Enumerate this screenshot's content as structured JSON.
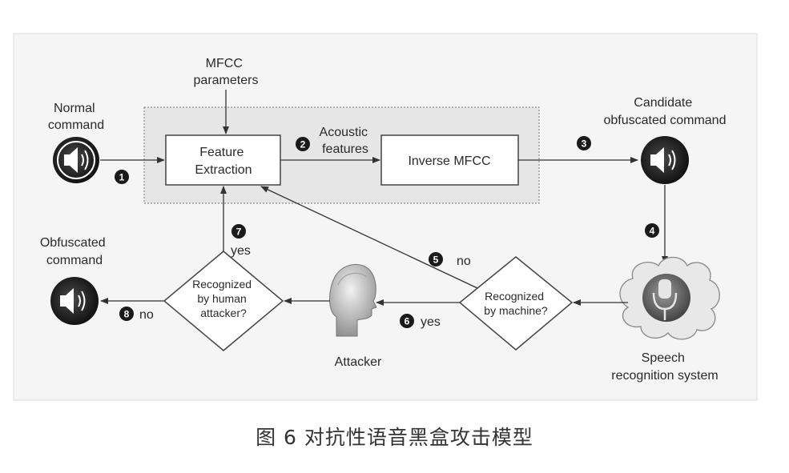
{
  "nodes": {
    "mfcc_params": [
      "MFCC",
      "parameters"
    ],
    "normal_command": [
      "Normal",
      "command"
    ],
    "feature_extraction": [
      "Feature",
      "Extraction"
    ],
    "acoustic_features": [
      "Acoustic",
      "features"
    ],
    "inverse_mfcc": "Inverse MFCC",
    "candidate_command": [
      "Candidate",
      "obfuscated command"
    ],
    "speech_recognition": [
      "Speech",
      "recognition system"
    ],
    "recognized_machine": [
      "Recognized",
      "by machine?"
    ],
    "attacker": "Attacker",
    "recognized_human": [
      "Recognized",
      "by human",
      "attacker?"
    ],
    "obfuscated_command": [
      "Obfuscated",
      "command"
    ]
  },
  "steps": [
    "1",
    "2",
    "3",
    "4",
    "5",
    "6",
    "7",
    "8"
  ],
  "edge_labels": {
    "step5": "no",
    "step6": "yes",
    "step7": "yes",
    "step8": "no"
  },
  "caption": "图 6  对抗性语音黑盒攻击模型"
}
